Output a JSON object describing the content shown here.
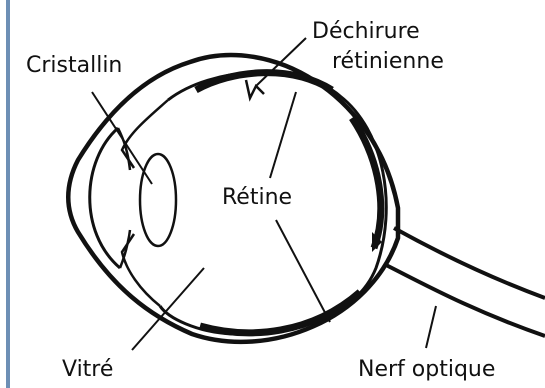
{
  "labels": {
    "cristallin": "Cristallin",
    "dechirure_line1": "Déchirure",
    "dechirure_line2": "rétinienne",
    "retine": "Rétine",
    "vitre": "Vitré",
    "nerf_optique": "Nerf optique"
  },
  "colors": {
    "rule": "#6d8fb5",
    "ink": "#111111"
  }
}
